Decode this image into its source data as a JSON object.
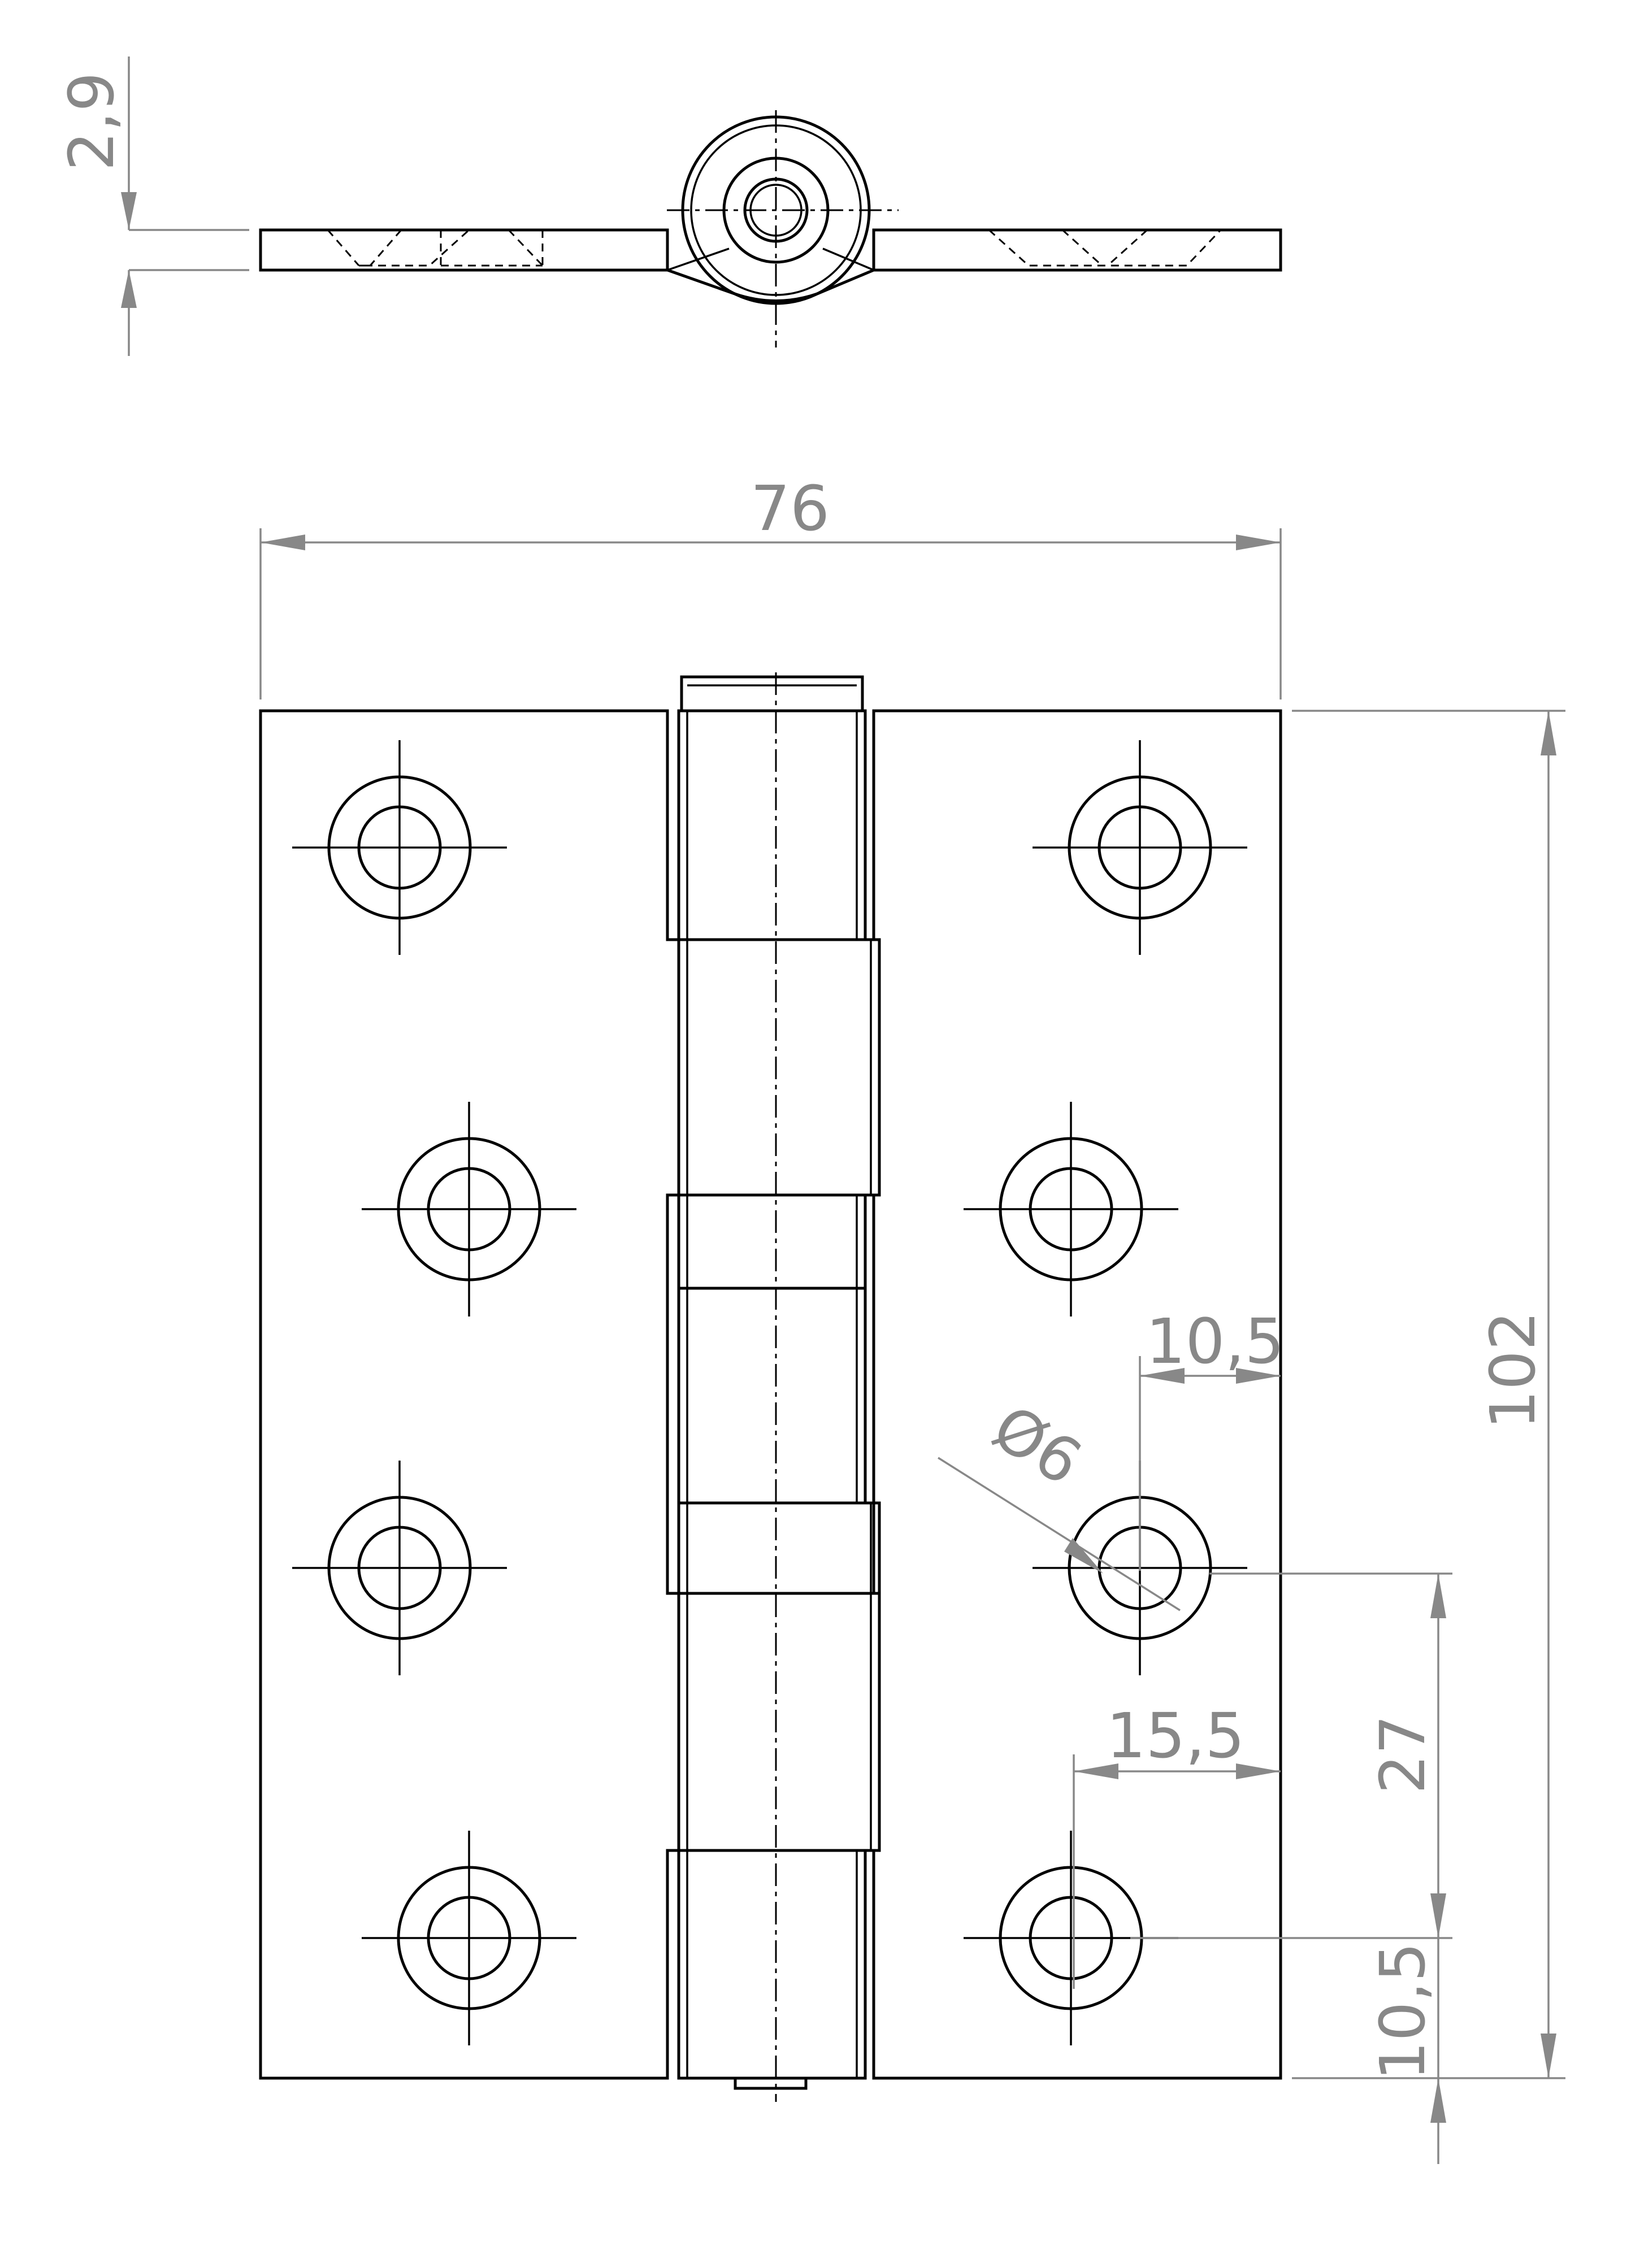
{
  "dimensions": {
    "top_thickness": "2,9",
    "overall_width": "76",
    "overall_height": "102",
    "hole_diameter": "Ø6",
    "edge_offset_upper": "10,5",
    "edge_offset_lower": "15,5",
    "hole_spacing": "27",
    "bottom_edge_offset": "10,5"
  },
  "colors": {
    "outline": "#000000",
    "dimension": "#888888",
    "background": "#ffffff"
  }
}
